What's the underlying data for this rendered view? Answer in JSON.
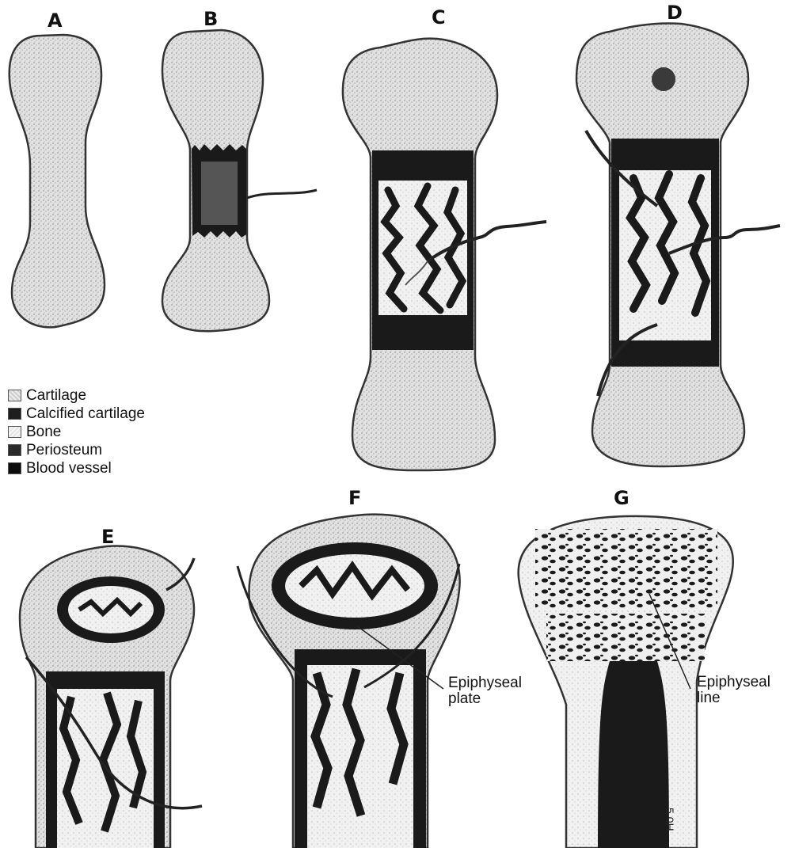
{
  "panels": {
    "a": "A",
    "b": "B",
    "c": "C",
    "d": "D",
    "e": "E",
    "f": "F",
    "g": "G"
  },
  "legend": [
    {
      "label": "Cartilage",
      "color": "#d9d9d9",
      "pattern": "stipple"
    },
    {
      "label": "Calcified cartilage",
      "color": "#1e1e1e",
      "pattern": "solid"
    },
    {
      "label": "Bone",
      "color": "#efefef",
      "pattern": "stipple-light"
    },
    {
      "label": "Periosteum",
      "color": "#2a2a2a",
      "pattern": "solid"
    },
    {
      "label": "Blood vessel",
      "color": "#0d0d0d",
      "pattern": "solid"
    }
  ],
  "callouts": {
    "epiphyseal_plate": [
      "Epiphyseal",
      "plate"
    ],
    "epiphyseal_line": [
      "Epiphyseal",
      "line"
    ]
  },
  "signature": "5.0H",
  "colors": {
    "cartilage": "#dcdcdc",
    "calcified": "#1c1c1c",
    "bone": "#f2f2f2",
    "outline": "#333333"
  }
}
